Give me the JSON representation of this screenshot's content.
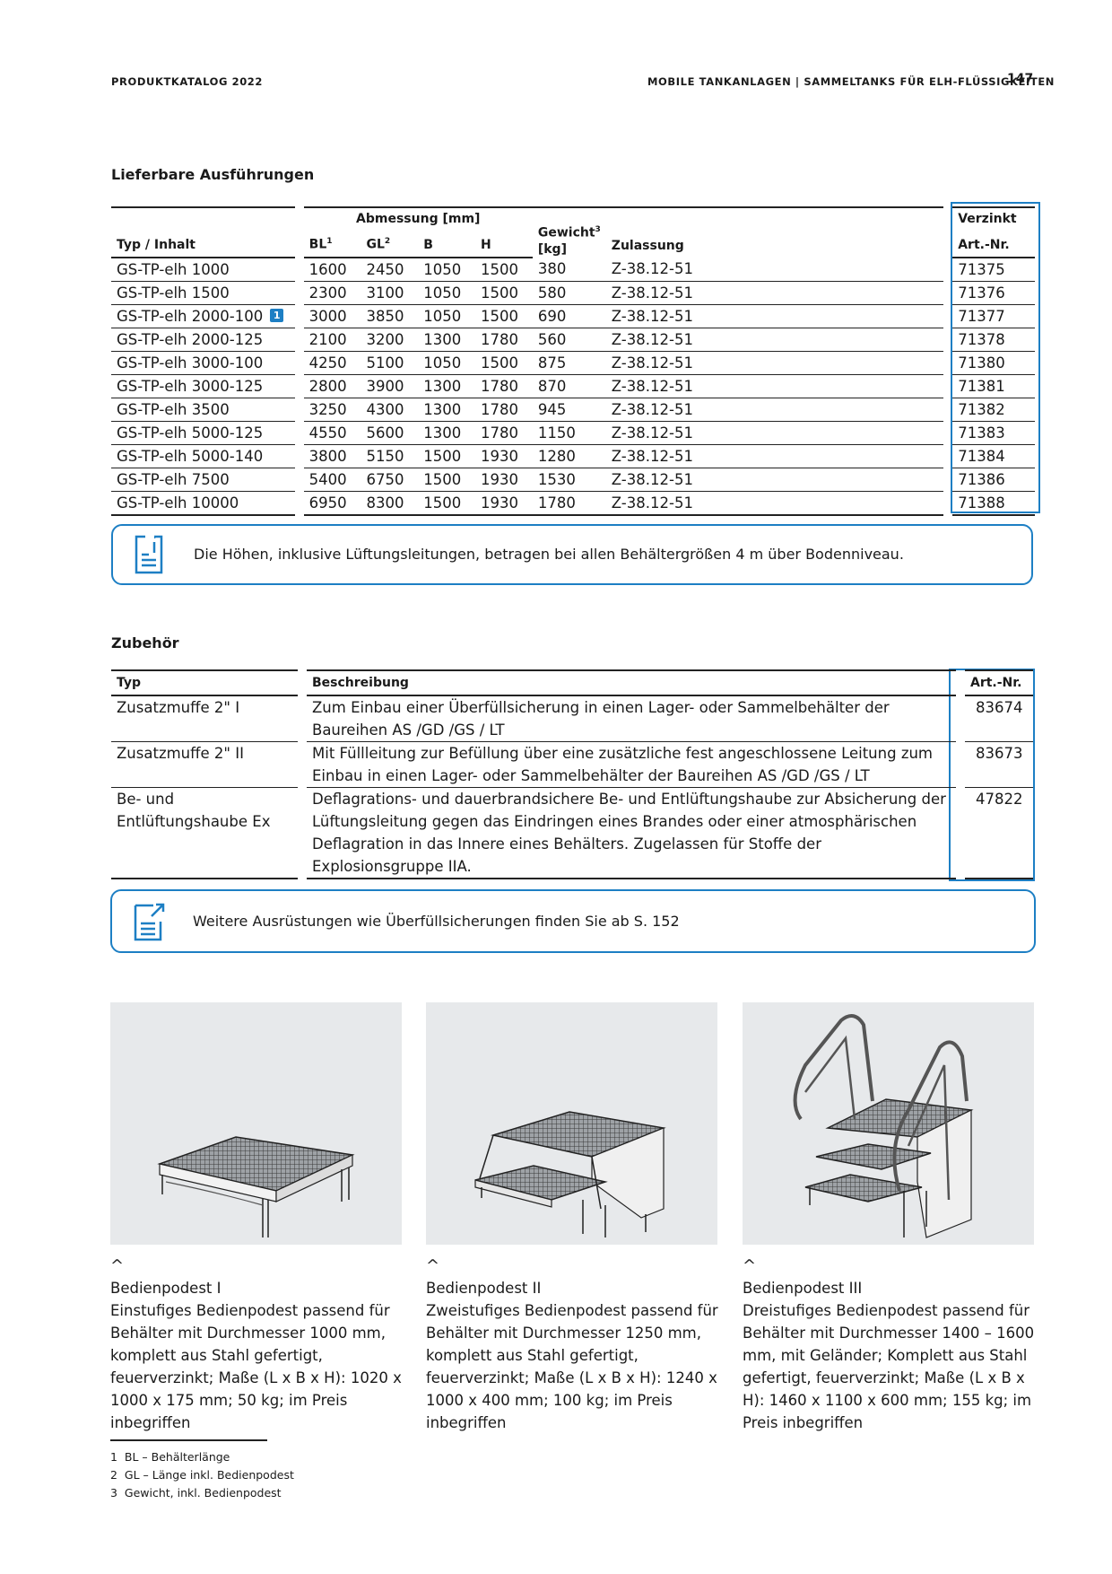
{
  "header": {
    "left": "PRODUKTKATALOG 2022",
    "right": "MOBILE TANKANLAGEN | SAMMELTANKS FÜR ELH-FLÜSSIGKEITEN",
    "page_number": "147"
  },
  "versions": {
    "title": "Lieferbare Ausführungen",
    "group_header": "Abmessung [mm]",
    "verzinkt_header": "Verzinkt",
    "columns": {
      "typ": "Typ / Inhalt",
      "bl": "BL",
      "bl_sup": "1",
      "gl": "GL",
      "gl_sup": "2",
      "b": "B",
      "h": "H",
      "gewicht_line1": "Gewicht",
      "gewicht_sup": "3",
      "gewicht_line2": "[kg]",
      "zulassung": "Zulassung",
      "art": "Art.-Nr."
    },
    "rows": [
      {
        "typ": "GS-TP-elh 1000",
        "bl": "1600",
        "gl": "2450",
        "b": "1050",
        "h": "1500",
        "kg": "380",
        "zul": "Z-38.12-51",
        "art": "71375",
        "badge": ""
      },
      {
        "typ": "GS-TP-elh 1500",
        "bl": "2300",
        "gl": "3100",
        "b": "1050",
        "h": "1500",
        "kg": "580",
        "zul": "Z-38.12-51",
        "art": "71376",
        "badge": ""
      },
      {
        "typ": "GS-TP-elh 2000-100",
        "bl": "3000",
        "gl": "3850",
        "b": "1050",
        "h": "1500",
        "kg": "690",
        "zul": "Z-38.12-51",
        "art": "71377",
        "badge": "1"
      },
      {
        "typ": "GS-TP-elh 2000-125",
        "bl": "2100",
        "gl": "3200",
        "b": "1300",
        "h": "1780",
        "kg": "560",
        "zul": "Z-38.12-51",
        "art": "71378",
        "badge": ""
      },
      {
        "typ": "GS-TP-elh 3000-100",
        "bl": "4250",
        "gl": "5100",
        "b": "1050",
        "h": "1500",
        "kg": "875",
        "zul": "Z-38.12-51",
        "art": "71380",
        "badge": ""
      },
      {
        "typ": "GS-TP-elh 3000-125",
        "bl": "2800",
        "gl": "3900",
        "b": "1300",
        "h": "1780",
        "kg": "870",
        "zul": "Z-38.12-51",
        "art": "71381",
        "badge": ""
      },
      {
        "typ": "GS-TP-elh 3500",
        "bl": "3250",
        "gl": "4300",
        "b": "1300",
        "h": "1780",
        "kg": "945",
        "zul": "Z-38.12-51",
        "art": "71382",
        "badge": ""
      },
      {
        "typ": "GS-TP-elh 5000-125",
        "bl": "4550",
        "gl": "5600",
        "b": "1300",
        "h": "1780",
        "kg": "1150",
        "zul": "Z-38.12-51",
        "art": "71383",
        "badge": ""
      },
      {
        "typ": "GS-TP-elh 5000-140",
        "bl": "3800",
        "gl": "5150",
        "b": "1500",
        "h": "1930",
        "kg": "1280",
        "zul": "Z-38.12-51",
        "art": "71384",
        "badge": ""
      },
      {
        "typ": "GS-TP-elh 7500",
        "bl": "5400",
        "gl": "6750",
        "b": "1500",
        "h": "1930",
        "kg": "1530",
        "zul": "Z-38.12-51",
        "art": "71386",
        "badge": ""
      },
      {
        "typ": "GS-TP-elh 10000",
        "bl": "6950",
        "gl": "8300",
        "b": "1500",
        "h": "1930",
        "kg": "1780",
        "zul": "Z-38.12-51",
        "art": "71388",
        "badge": ""
      }
    ]
  },
  "info1": {
    "text": "Die Höhen, inklusive Lüftungsleitungen, betragen bei allen Behältergrößen 4 m über Bodenniveau.",
    "icon": "info-document-icon"
  },
  "accessories": {
    "title": "Zubehör",
    "columns": {
      "typ": "Typ",
      "beschreibung": "Beschreibung",
      "art": "Art.-Nr."
    },
    "rows": [
      {
        "typ": "Zusatzmuffe 2\" I",
        "desc": "Zum Einbau einer Überfüllsicherung in einen Lager- oder Sammelbehälter der Baureihen AS /GD /GS / LT",
        "art": "83674"
      },
      {
        "typ": "Zusatzmuffe 2\" II",
        "desc": "Mit Füllleitung zur Befüllung über eine zusätzliche fest angeschlossene Leitung zum Einbau in einen Lager- oder Sammelbehälter der Baureihen AS /GD /GS / LT",
        "art": "83673"
      },
      {
        "typ": "Be- und Entlüftungshaube Ex",
        "desc": "Deflagrations- und dauerbrandsichere Be- und Entlüftungshaube zur Absicherung der Lüftungsleitung gegen das Eindringen eines Brandes oder einer atmosphärischen Deflagration in das Innere eines Behälters. Zugelassen für Stoffe der Explosionsgruppe IIA.",
        "art": "47822"
      }
    ]
  },
  "info2": {
    "text": "Weitere Ausrüstungen wie Überfüllsicherungen finden Sie ab S. 152",
    "icon": "document-link-icon"
  },
  "products": [
    {
      "name": "Bedienpodest I",
      "desc": "Einstufiges Bedienpodest passend für Behälter mit Durchmesser 1000 mm, komplett aus Stahl gefertigt, feuerverzinkt; Maße (L x B x H): 1020 x 1000 x 175 mm; 50 kg; im Preis inbegriffen"
    },
    {
      "name": "Bedienpodest II",
      "desc": "Zweistufiges Bedienpodest passend für Behälter mit Durchmesser 1250 mm, komplett aus Stahl gefertigt, feuerverzinkt; Maße (L x B x H): 1240 x 1000 x 400 mm; 100 kg; im Preis inbegriffen"
    },
    {
      "name": "Bedienpodest III",
      "desc": "Dreistufiges Bedienpodest passend für Behälter mit Durchmesser 1400 – 1600 mm, mit Geländer; Komplett aus Stahl gefertigt, feuerverzinkt; Maße (L x B x H): 1460 x 1100 x 600 mm; 155 kg; im Preis inbegriffen"
    }
  ],
  "footnotes": [
    {
      "num": "1",
      "text": "BL – Behälterlänge"
    },
    {
      "num": "2",
      "text": "GL – Länge inkl. Bedienpodest"
    },
    {
      "num": "3",
      "text": "Gewicht, inkl. Bedienpodest"
    }
  ],
  "colors": {
    "accent": "#1d7fc4",
    "image_bg": "#e7e9eb"
  }
}
